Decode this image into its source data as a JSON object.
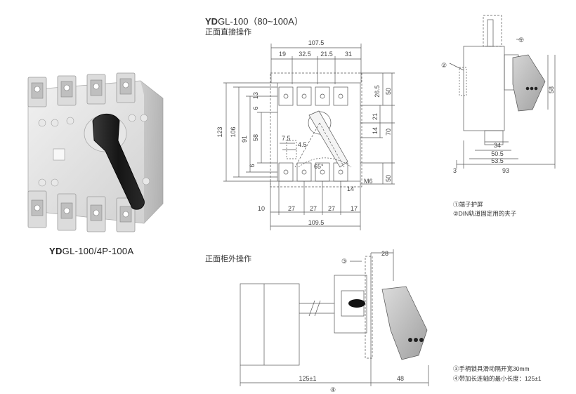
{
  "photo": {
    "caption_bold": "YD",
    "caption_rest": "GL-100/4P-100A"
  },
  "header": {
    "title_bold": "YD",
    "title_rest": "GL-100（80~100A）",
    "subtitle_front": "正面直接操作",
    "subtitle_cabinet": "正面柜外操作"
  },
  "front_dims": {
    "top": [
      "107.5",
      "19",
      "32.5",
      "21.5",
      "31"
    ],
    "left": [
      "123",
      "106",
      "91",
      "58",
      "13",
      "6",
      "6"
    ],
    "right": [
      "26.5",
      "50",
      "21",
      "14",
      "70",
      "50"
    ],
    "inner": [
      "7.5",
      "4.5",
      "65°",
      "M6",
      "14"
    ],
    "bottom": [
      "10",
      "27",
      "27",
      "27",
      "17",
      "109.5"
    ]
  },
  "side_dims": {
    "labels": [
      "①",
      "②",
      "58",
      "34",
      "50.5",
      "53.5",
      "3",
      "93"
    ]
  },
  "legend": {
    "item1": "①端子护屏",
    "item2": "②DIN轨道固定用的夹子",
    "item3": "③手柄锁具滑动隔开宽30mm",
    "item4": "④带加长连轴的最小长度：125±1"
  },
  "cabinet_dims": {
    "labels": [
      "③",
      "28",
      "125±1",
      "48",
      "④"
    ]
  }
}
